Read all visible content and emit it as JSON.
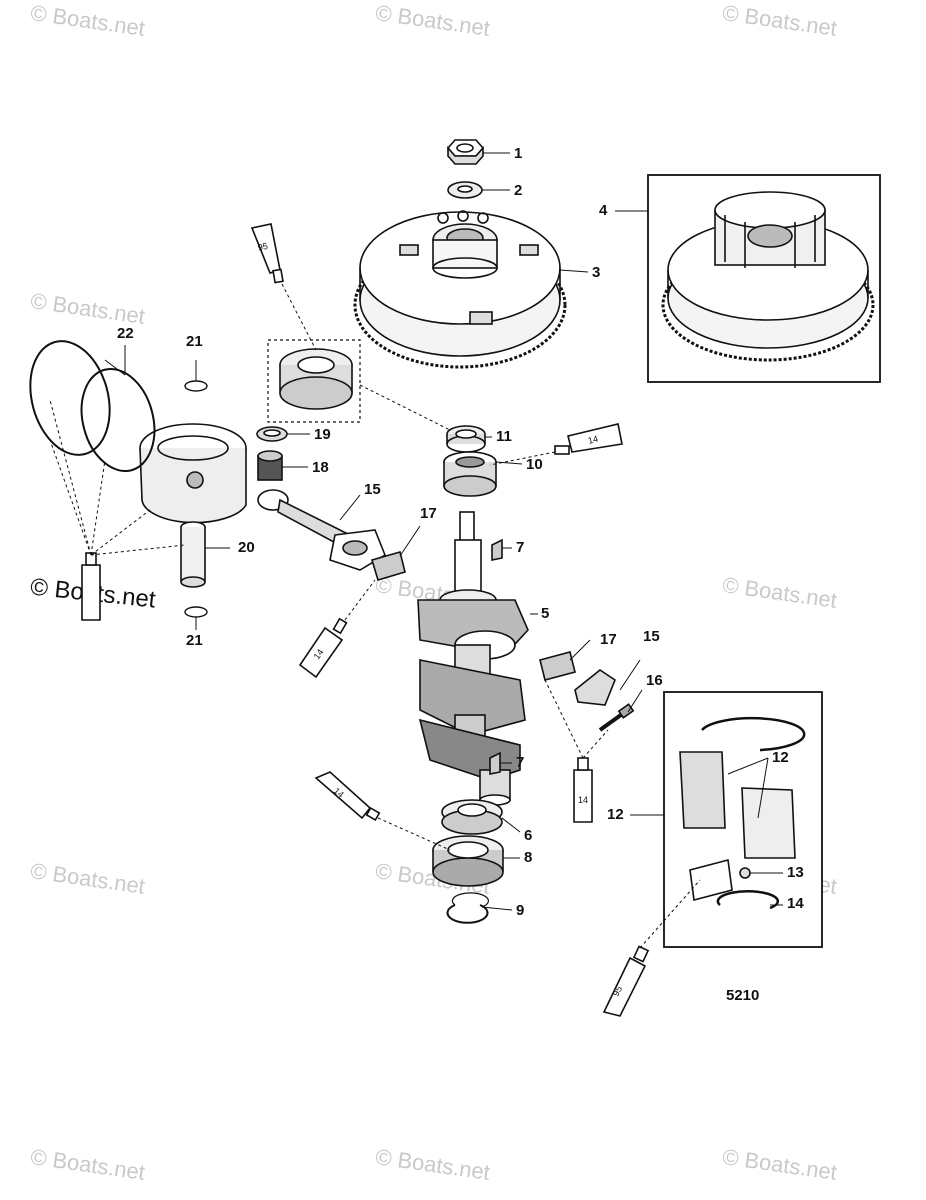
{
  "watermark": "© Boats.net",
  "figure_number": "5210",
  "callouts": [
    {
      "id": "c1",
      "text": "1"
    },
    {
      "id": "c2",
      "text": "2"
    },
    {
      "id": "c3",
      "text": "3"
    },
    {
      "id": "c4",
      "text": "4"
    },
    {
      "id": "c5",
      "text": "5"
    },
    {
      "id": "c6",
      "text": "6"
    },
    {
      "id": "c7a",
      "text": "7"
    },
    {
      "id": "c7b",
      "text": "7"
    },
    {
      "id": "c8",
      "text": "8"
    },
    {
      "id": "c9",
      "text": "9"
    },
    {
      "id": "c10",
      "text": "10"
    },
    {
      "id": "c11",
      "text": "11"
    },
    {
      "id": "c12a",
      "text": "12"
    },
    {
      "id": "c12b",
      "text": "12"
    },
    {
      "id": "c13",
      "text": "13"
    },
    {
      "id": "c14",
      "text": "14"
    },
    {
      "id": "c15a",
      "text": "15"
    },
    {
      "id": "c15b",
      "text": "15"
    },
    {
      "id": "c16",
      "text": "16"
    },
    {
      "id": "c17a",
      "text": "17"
    },
    {
      "id": "c17b",
      "text": "17"
    },
    {
      "id": "c18",
      "text": "18"
    },
    {
      "id": "c19",
      "text": "19"
    },
    {
      "id": "c20",
      "text": "20"
    },
    {
      "id": "c21a",
      "text": "21"
    },
    {
      "id": "c21b",
      "text": "21"
    },
    {
      "id": "c22",
      "text": "22"
    }
  ],
  "tube_labels": {
    "t95_top": "95",
    "t14_right": "14",
    "t14_left": "14",
    "t14_mid": "14",
    "t14_lower": "14",
    "t95_bottom": "95"
  }
}
